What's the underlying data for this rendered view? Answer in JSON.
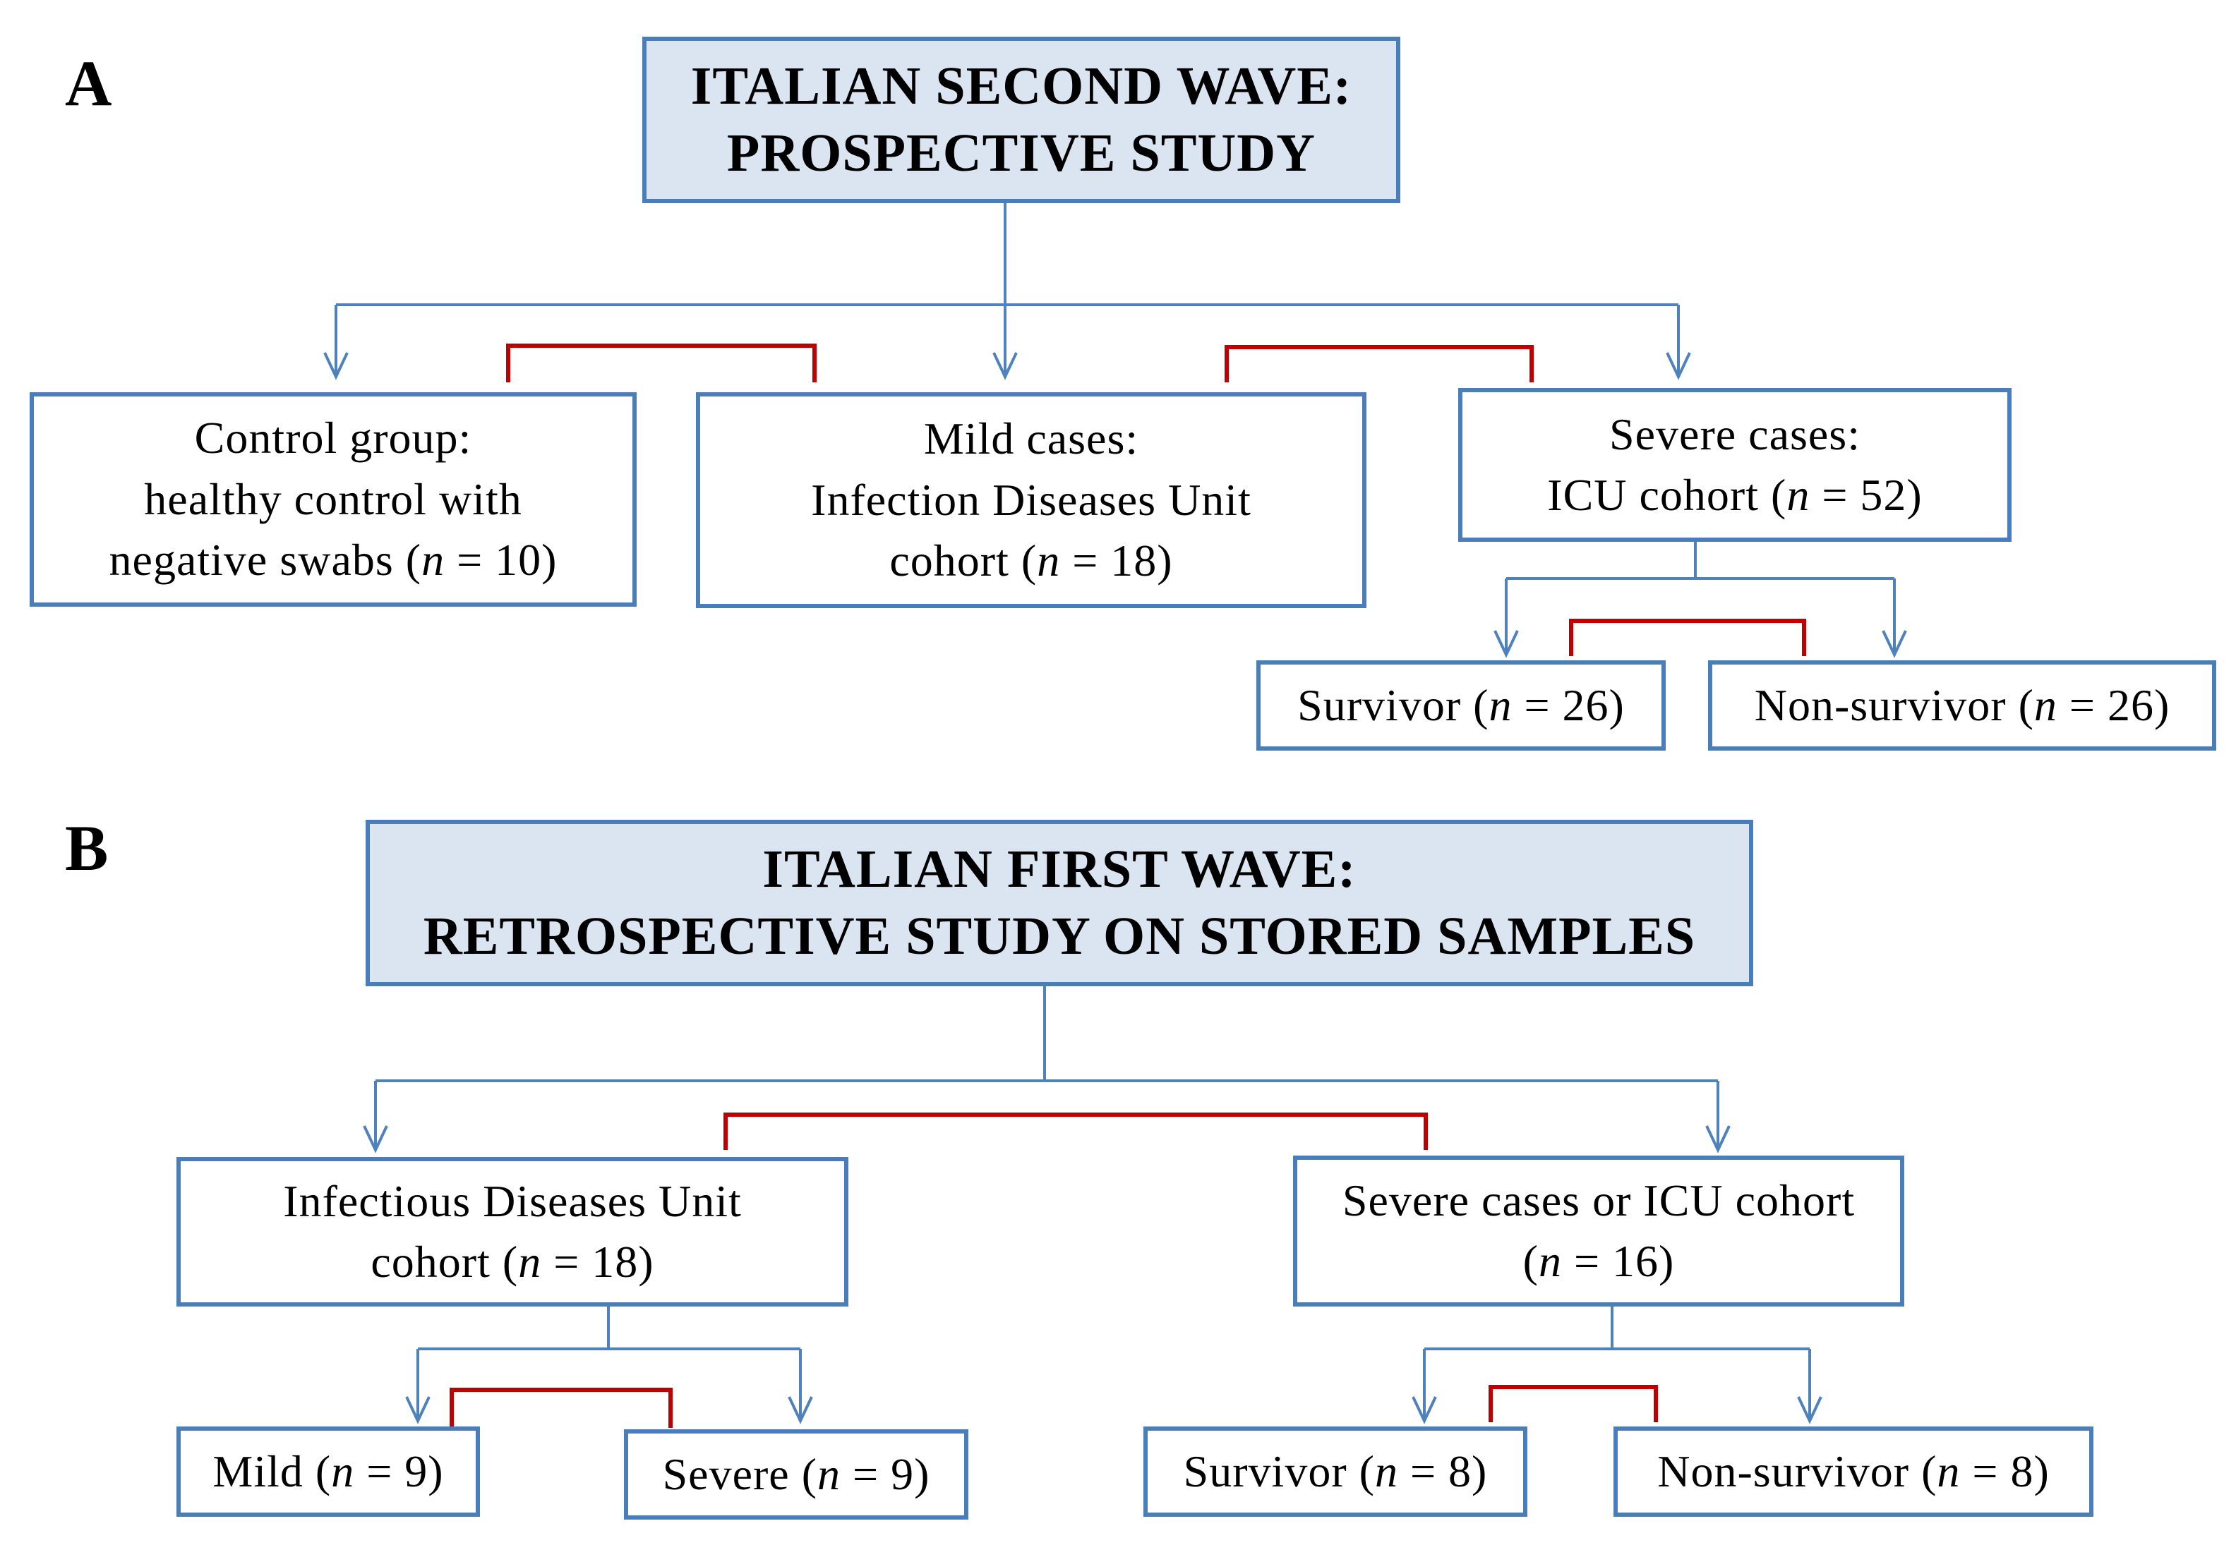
{
  "colors": {
    "border": "#4a7ebb",
    "connector": "#4f81bd",
    "bracket": "#c00000",
    "title_fill": "#dbe5f1"
  },
  "panel_a": {
    "label": "A",
    "title": {
      "line1": "ITALIAN SECOND WAVE:",
      "line2": "PROSPECTIVE STUDY"
    },
    "control": {
      "line1": "Control group:",
      "line2": "healthy control with",
      "line3_pre": "negative swabs (",
      "n": "n",
      "line3_post": " = 10)"
    },
    "mild": {
      "line1": "Mild cases:",
      "line2": "Infection Diseases Unit",
      "line3_pre": "cohort (",
      "n": "n",
      "line3_post": " = 18)"
    },
    "severe": {
      "line1": "Severe cases:",
      "line2_pre": "ICU cohort (",
      "n": "n",
      "line2_post": " = 52)"
    },
    "survivor": {
      "pre": "Survivor (",
      "n": "n",
      "post": " = 26)"
    },
    "nonsurvivor": {
      "pre": "Non-survivor (",
      "n": "n",
      "post": " = 26)"
    }
  },
  "panel_b": {
    "label": "B",
    "title": {
      "line1": "ITALIAN FIRST WAVE:",
      "line2": "RETROSPECTIVE STUDY ON STORED SAMPLES"
    },
    "idu": {
      "line1": "Infectious Diseases Unit",
      "line2_pre": "cohort (",
      "n": "n",
      "line2_post": " = 18)"
    },
    "severe": {
      "line1": "Severe cases or ICU cohort",
      "line2_pre": "(",
      "n": "n",
      "line2_post": " = 16)"
    },
    "mild": {
      "pre": "Mild (",
      "n": "n",
      "post": " = 9)"
    },
    "severe_sub": {
      "pre": "Severe (",
      "n": "n",
      "post": " = 9)"
    },
    "survivor": {
      "pre": "Survivor (",
      "n": "n",
      "post": " = 8)"
    },
    "nonsurvivor": {
      "pre": "Non-survivor (",
      "n": "n",
      "post": " = 8)"
    }
  }
}
